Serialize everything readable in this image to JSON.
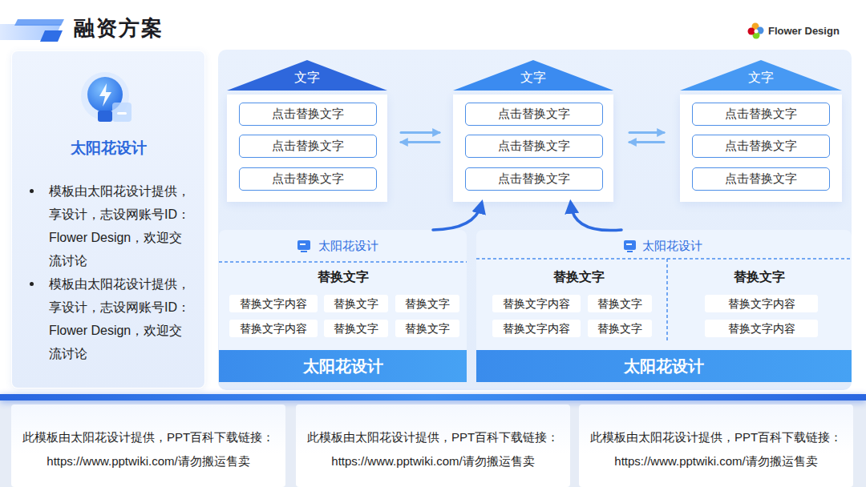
{
  "diagram": {
    "title": "融资方案",
    "nodes": [
      {
        "text": [
          "太阳花设计",
          "模板由太阳花设计提供，享设计，志设网账号ID：Flower Design，欢迎交流讨论",
          "模板由太阳花设计提供，享设计，志设网账号ID：Flower Design，欢迎交流讨论"
        ]
      },
      {
        "text": [
          "文字"
        ]
      },
      {
        "text": [
          "点击替换文字"
        ],
        "in": 1
      },
      {
        "text": [
          "点击替换文字"
        ],
        "in": 1
      },
      {
        "text": [
          "点击替换文字"
        ],
        "in": 1
      },
      {
        "text": [
          "文字"
        ]
      },
      {
        "text": [
          "点击替换文字"
        ],
        "in": 5
      },
      {
        "text": [
          "点击替换文字"
        ],
        "in": 5
      },
      {
        "text": [
          "点击替换文字"
        ],
        "in": 5
      },
      {
        "text": [
          "文字"
        ]
      },
      {
        "text": [
          "点击替换文字"
        ],
        "in": 9
      },
      {
        "text": [
          "点击替换文字"
        ],
        "in": 9
      },
      {
        "text": [
          "点击替换文字"
        ],
        "in": 9
      },
      {
        "text": [
          "太阳花设计",
          "替换文字"
        ]
      },
      {
        "text": [
          "替换文字内容"
        ],
        "in": 13
      },
      {
        "text": [
          "替换文字"
        ],
        "in": 13
      },
      {
        "text": [
          "替换文字"
        ],
        "in": 13
      },
      {
        "text": [
          "替换文字内容"
        ],
        "in": 13
      },
      {
        "text": [
          "替换文字"
        ],
        "in": 13
      },
      {
        "text": [
          "替换文字"
        ],
        "in": 13
      },
      {
        "text": [
          "太阳花设计"
        ],
        "in": 13
      },
      {
        "text": [
          "太阳花设计",
          "替换文字",
          "替换文字"
        ]
      },
      {
        "text": [
          "替换文字内容"
        ],
        "in": 21
      },
      {
        "text": [
          "替换文字"
        ],
        "in": 21
      },
      {
        "text": [
          "替换文字内容"
        ],
        "in": 21
      },
      {
        "text": [
          "替换文字内容"
        ],
        "in": 21
      },
      {
        "text": [
          "替换文字"
        ],
        "in": 21
      },
      {
        "text": [
          "替换文字内容"
        ],
        "in": 21
      },
      {
        "text": [
          "太阳花设计"
        ],
        "in": 21
      },
      {
        "text": [
          "此模板由太阳花设计提供，PPT百科下载链接： https://www.pptwiki.com/请勿搬运售卖"
        ]
      },
      {
        "text": [
          "此模板由太阳花设计提供，PPT百科下载链接： https://www.pptwiki.com/请勿搬运售卖"
        ]
      },
      {
        "text": [
          "此模板由太阳花设计提供，PPT百科下载链接： https://www.pptwiki.com/请勿搬运售卖"
        ]
      }
    ],
    "edges": [
      {
        "from": 1,
        "to": 5,
        "arrow": "both"
      },
      {
        "from": 5,
        "to": 9,
        "arrow": "both"
      },
      {
        "from": 13,
        "to": 5,
        "arrow": "to"
      },
      {
        "from": 21,
        "to": 5,
        "arrow": "to"
      }
    ],
    "labels": [
      "Flower Design"
    ]
  }
}
